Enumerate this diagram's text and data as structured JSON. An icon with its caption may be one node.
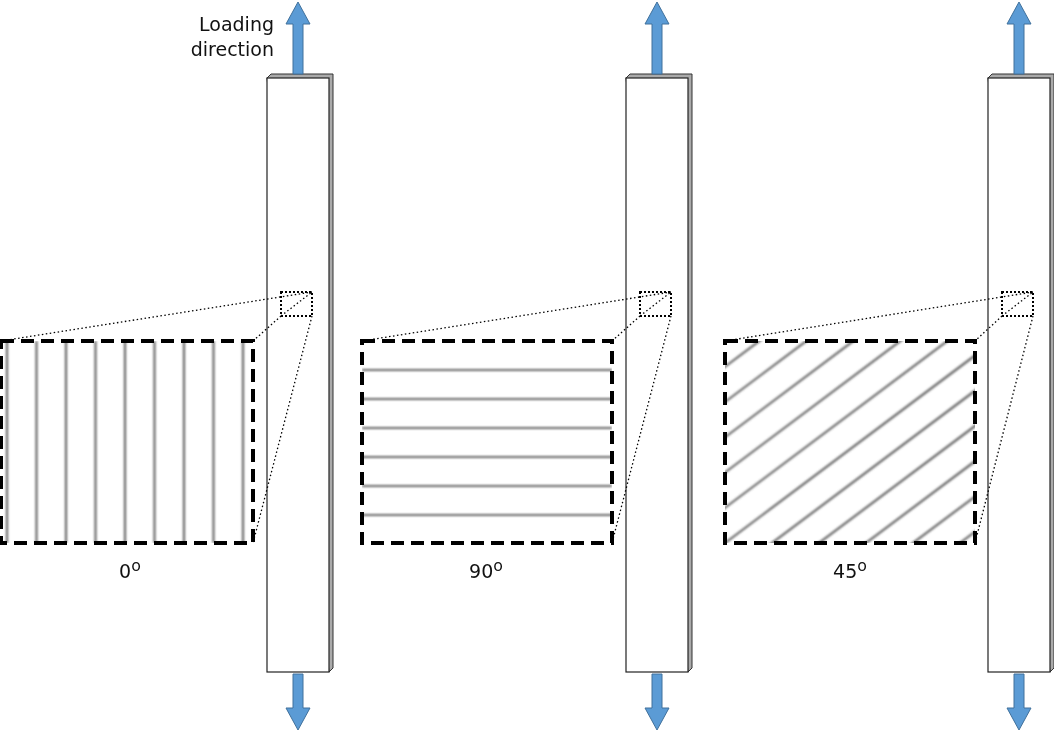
{
  "diagram": {
    "labels": [
      "Loading direction",
      "0$^{o}$",
      "90$^{o}$",
      "45$^{o}$"
    ]
  }
}
